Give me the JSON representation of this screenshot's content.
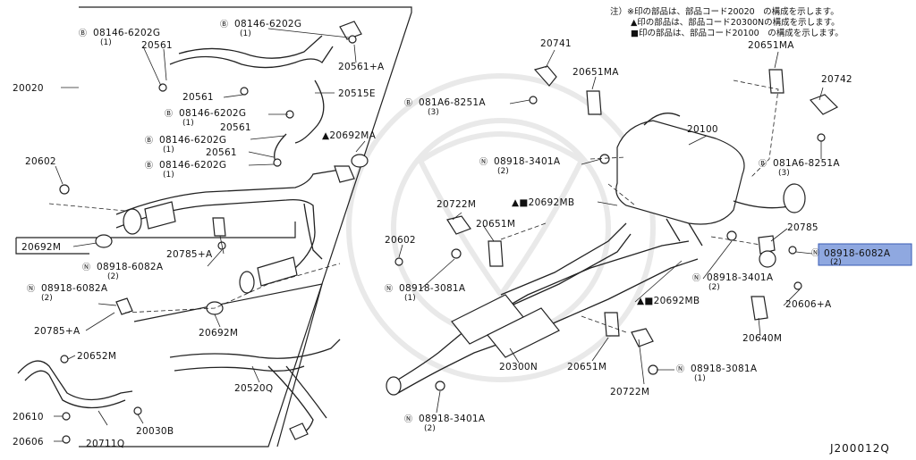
{
  "notes": [
    "注）※印の部品は、部品コード20020　の構成を示します。",
    "▲印の部品は、部品コード20300Nの構成を示します。",
    "■印の部品は、部品コード20100　の構成を示します。"
  ],
  "diagram_code": "J200012Q",
  "highlight_color": "#8fa8e0",
  "labels": {
    "p20020": "20020",
    "p08146_a": "08146-6202G",
    "p08146_a_qty": "(1)",
    "p20561_a": "20561",
    "p08146_b": "08146-6202G",
    "p08146_b_qty": "(1)",
    "p20561_plus_a": "20561+A",
    "p20515e": "20515E",
    "p20561_b": "20561",
    "p08146_c": "08146-6202G",
    "p08146_c_qty": "(1)",
    "p20561_c": "20561",
    "p08146_d": "08146-6202G",
    "p08146_d_qty": "(1)",
    "p20692ma": "▲20692MA",
    "p20561_d": "20561",
    "p08146_e": "08146-6202G",
    "p08146_e_qty": "(1)",
    "p20602_a": "20602",
    "p20692m_a": "20692M",
    "p20785_plus_a_a": "20785+A",
    "p08918_6082a_a": "08918-6082A",
    "p08918_6082a_a_qty": "(2)",
    "p08918_6082a_b": "08918-6082A",
    "p08918_6082a_b_qty": "(2)",
    "p20785_plus_a_b": "20785+A",
    "p20692m_b": "20692M",
    "p20652m": "20652M",
    "p20520q": "20520Q",
    "p20610": "20610",
    "p20606": "20606",
    "p20711q": "20711Q",
    "p20030b": "20030B",
    "p20602_b": "20602",
    "p20741": "20741",
    "p20651ma_a": "20651MA",
    "p081a6_a": "081A6-8251A",
    "p081a6_a_qty": "(3)",
    "p08918_3401a_a": "08918-3401A",
    "p08918_3401a_a_qty": "(2)",
    "p20100": "20100",
    "p20651ma_b": "20651MA",
    "p20742": "20742",
    "p081a6_b": "081A6-8251A",
    "p081a6_b_qty": "(3)",
    "p20722m_a": "20722M",
    "p20692mb_a": "▲■20692MB",
    "p20651m_a": "20651M",
    "p20785": "20785",
    "p08918_6082a_c": "08918-6082A",
    "p08918_6082a_c_qty": "(2)",
    "p08918_3081a_a": "08918-3081A",
    "p08918_3081a_a_qty": "(1)",
    "p08918_3401a_b": "08918-3401A",
    "p08918_3401a_b_qty": "(2)",
    "p20606_plus_a": "20606+A",
    "p20692mb_b": "▲■20692MB",
    "p20640m": "20640M",
    "p20300n": "20300N",
    "p20651m_b": "20651M",
    "p08918_3081a_b": "08918-3081A",
    "p08918_3081a_b_qty": "(1)",
    "p20722m_b": "20722M",
    "p08918_3401a_c": "08918-3401A",
    "p08918_3401a_c_qty": "(2)"
  }
}
